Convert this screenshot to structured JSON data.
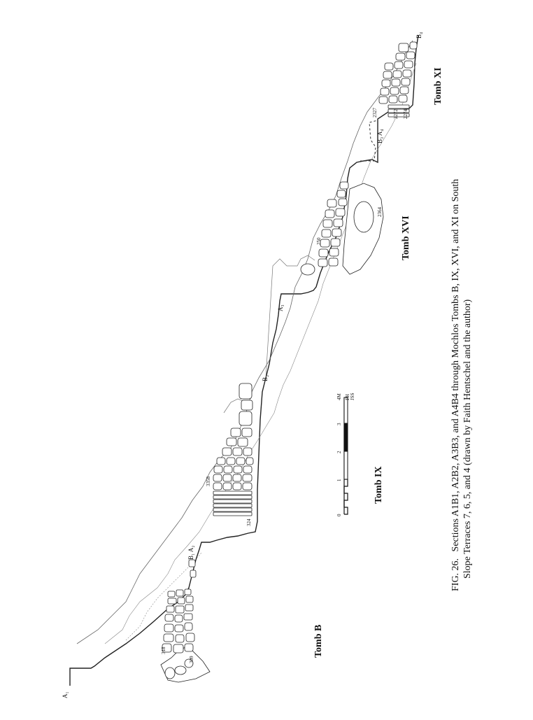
{
  "figure": {
    "caption_line1_prefix": "FIG. 26.",
    "caption_line1": "Sections A1B1, A2B2, A3B3, and A4B4 through Mochlos Tombs B, IX, XVI, and XI on South",
    "caption_line2": "Slope Terraces 7, 6, 5, and 4 (drawn by Faith Hentschel and the author)"
  },
  "tomb_labels": {
    "tomb_b": "Tomb B",
    "tomb_ix": "Tomb IX",
    "tomb_xvi": "Tomb XVI",
    "tomb_xi": "Tomb XI"
  },
  "section_points": {
    "a1": "A₁",
    "b1_a2": "B₁ A₂",
    "b2": "B₂",
    "a3": "A₃",
    "b3_a4": "B₃ A₄",
    "b4": "B₄"
  },
  "scale": {
    "ticks": [
      "0",
      "1",
      "2",
      "3",
      "4M"
    ],
    "initials": "FH\nJSS"
  },
  "elevations": {
    "tomb_b_1": "318",
    "tomb_b_2": "309",
    "tomb_ix_top": "3358",
    "tomb_ix_bottom": "324",
    "tomb_xvi_top": "250",
    "tomb_xvi_bottom": "2364",
    "tomb_xi_1": "2327",
    "tomb_xi_2": "2272",
    "tomb_xi_3": "2274"
  }
}
